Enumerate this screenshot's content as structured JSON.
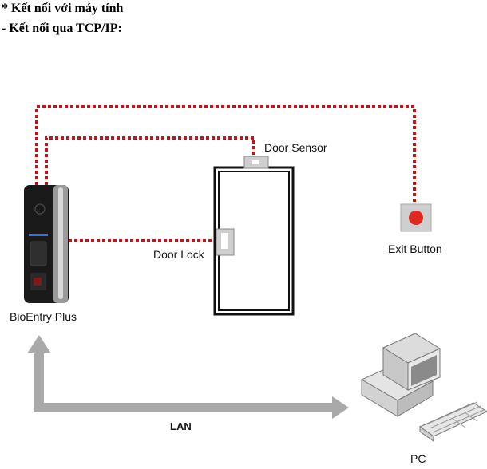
{
  "heading": {
    "line1": "* Kết nối với máy tính",
    "line2": "- Kết nối qua TCP/IP:"
  },
  "diagram": {
    "door_sensor_label": "Door Sensor",
    "door_lock_label": "Door Lock",
    "exit_button_label": "Exit Button",
    "device_label": "BioEntry Plus",
    "lan_label": "LAN",
    "pc_label": "PC",
    "colors": {
      "wire": "#c0161b",
      "arrow": "#a9a9a9",
      "button": "#e0281f"
    }
  }
}
